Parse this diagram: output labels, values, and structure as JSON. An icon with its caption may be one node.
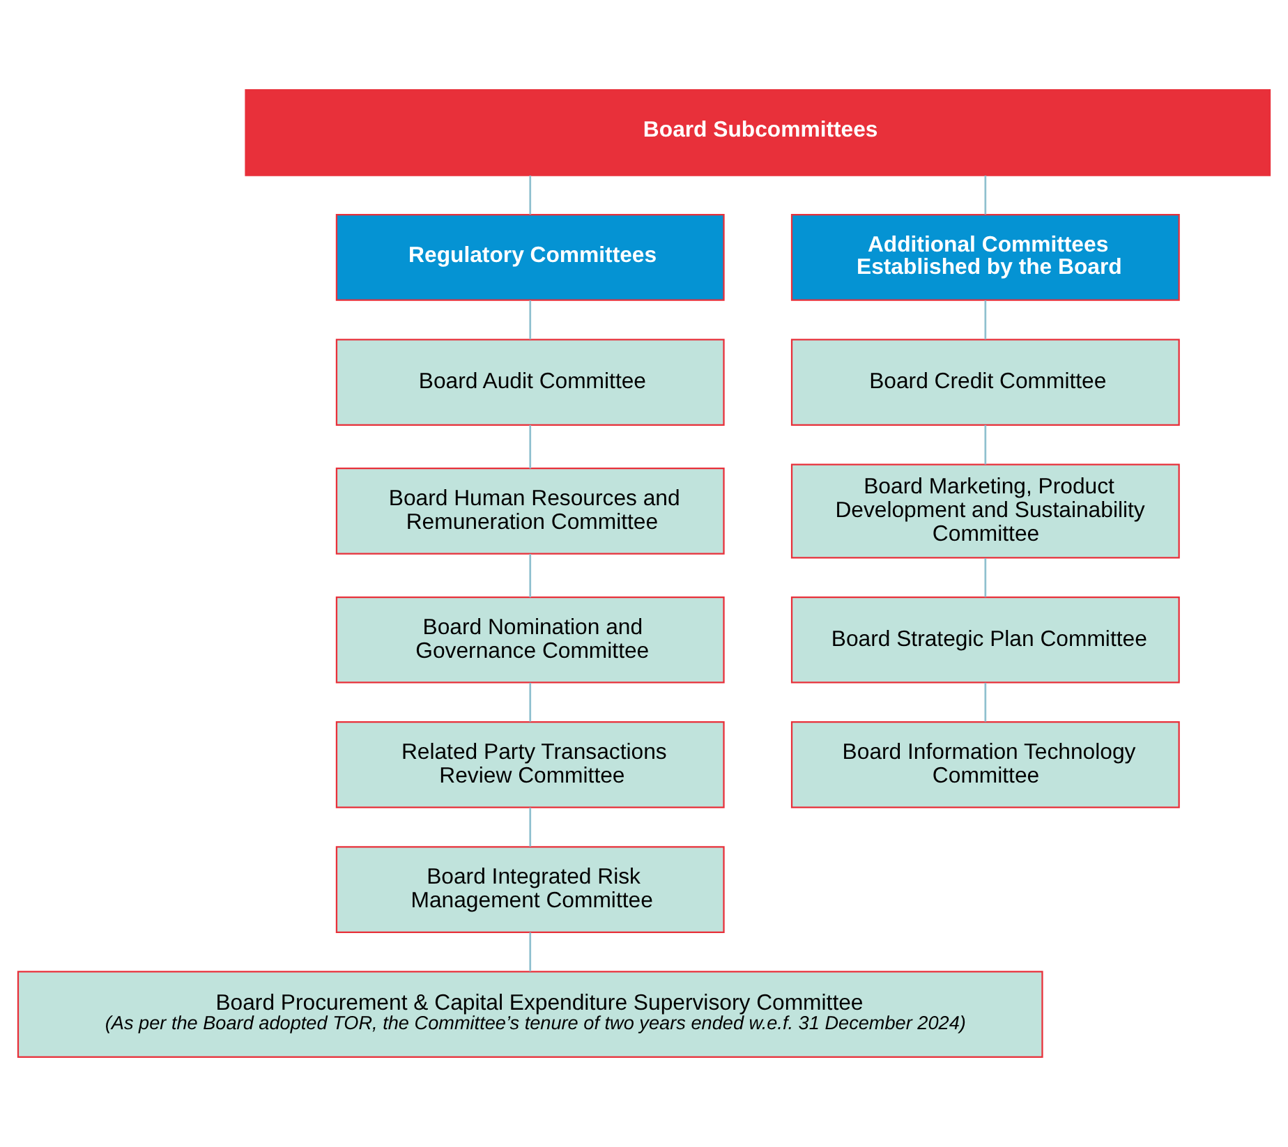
{
  "diagram": {
    "nodes": [
      {
        "text": [
          "Board Subcommittees"
        ]
      },
      {
        "text": [
          "Regulatory Committees"
        ]
      },
      {
        "text": [
          "Additional Committees Established by the Board"
        ]
      },
      {
        "text": [
          "Board Audit Committee"
        ]
      },
      {
        "text": [
          "Board Human Resources and Remuneration Committee"
        ]
      },
      {
        "text": [
          "Board Nomination and Governance Committee"
        ]
      },
      {
        "text": [
          "Related Party Transactions Review Committee"
        ]
      },
      {
        "text": [
          "Board Integrated Risk Management Committee"
        ]
      },
      {
        "text": [
          "Board Procurement & Capital Expenditure Supervisory Committee",
          "(As per the Board adopted TOR, the Committee’s tenure of two years ended w.e.f. 31 December 2024)"
        ]
      },
      {
        "text": [
          "Board Credit Committee"
        ]
      },
      {
        "text": [
          "Board Marketing, Product Development and Sustainability Committee"
        ]
      },
      {
        "text": [
          "Board Strategic Plan Committee"
        ]
      },
      {
        "text": [
          "Board Information Technology Committee"
        ]
      }
    ],
    "edges": [
      {
        "from": 0,
        "to": 1,
        "arrow": "none"
      },
      {
        "from": 0,
        "to": 2,
        "arrow": "none"
      },
      {
        "from": 1,
        "to": 3,
        "arrow": "none"
      },
      {
        "from": 3,
        "to": 4,
        "arrow": "none"
      },
      {
        "from": 4,
        "to": 5,
        "arrow": "none"
      },
      {
        "from": 5,
        "to": 6,
        "arrow": "none"
      },
      {
        "from": 6,
        "to": 7,
        "arrow": "none"
      },
      {
        "from": 7,
        "to": 8,
        "arrow": "none"
      },
      {
        "from": 2,
        "to": 9,
        "arrow": "none"
      },
      {
        "from": 9,
        "to": 10,
        "arrow": "none"
      },
      {
        "from": 10,
        "to": 11,
        "arrow": "none"
      },
      {
        "from": 11,
        "to": 12,
        "arrow": "none"
      }
    ]
  }
}
